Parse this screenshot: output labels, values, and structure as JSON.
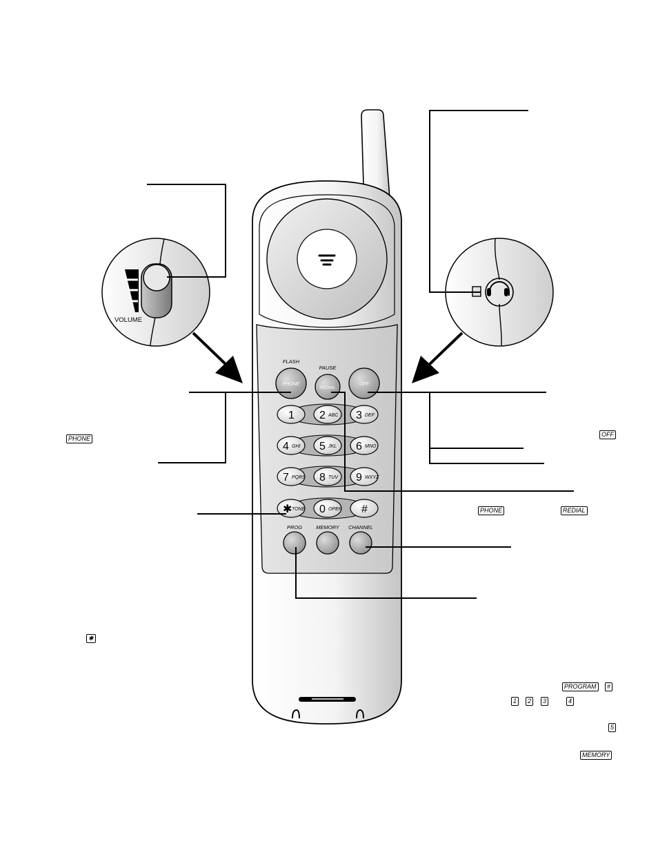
{
  "handset": {
    "top_buttons": [
      {
        "name": "phone",
        "top_label": "FLASH",
        "label": "PHONE"
      },
      {
        "name": "redial",
        "top_label": "PAUSE",
        "label": "REDIAL"
      },
      {
        "name": "off",
        "top_label": "",
        "label": "OFF"
      }
    ],
    "keypad": [
      {
        "digit": "1",
        "letters": ""
      },
      {
        "digit": "2",
        "letters": "ABC"
      },
      {
        "digit": "3",
        "letters": "DEF"
      },
      {
        "digit": "4",
        "letters": "GHI"
      },
      {
        "digit": "5",
        "letters": "JKL"
      },
      {
        "digit": "6",
        "letters": "MNO"
      },
      {
        "digit": "7",
        "letters": "PQRS"
      },
      {
        "digit": "8",
        "letters": "TUV"
      },
      {
        "digit": "9",
        "letters": "WXYZ"
      },
      {
        "digit": "✱",
        "letters": "TONE"
      },
      {
        "digit": "0",
        "letters": "OPER"
      },
      {
        "digit": "#",
        "letters": ""
      }
    ],
    "bottom_buttons": [
      {
        "name": "prog",
        "label": "PROG"
      },
      {
        "name": "memory",
        "label": "MEMORY"
      },
      {
        "name": "channel",
        "label": "CHANNEL"
      }
    ]
  },
  "volume_inset": {
    "label": "VOLUME"
  },
  "side_keys": {
    "phone_left": "PHONE",
    "off_right": "OFF",
    "phone_mid": "PHONE",
    "redial_mid": "REDIAL",
    "star_left": "✱",
    "program": "PROGRAM",
    "pound": "#",
    "one": "1",
    "two": "2",
    "three": "3",
    "four": "4",
    "five": "5",
    "memory": "MEMORY"
  }
}
